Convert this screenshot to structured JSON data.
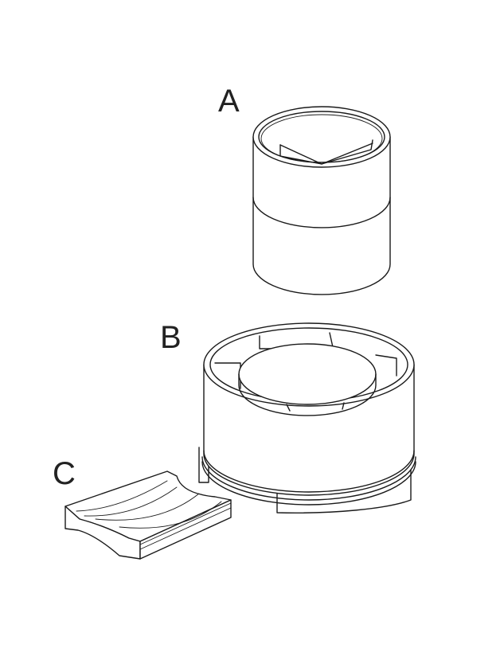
{
  "parts": [
    {
      "id": "A",
      "label": "A",
      "shape": "cylindrical-insert"
    },
    {
      "id": "B",
      "label": "B",
      "shape": "round-base-housing"
    },
    {
      "id": "C",
      "label": "C",
      "shape": "curved-cradle-block"
    }
  ],
  "colors": {
    "line": "#1a1a1a",
    "background": "#ffffff",
    "label": "#222222"
  }
}
